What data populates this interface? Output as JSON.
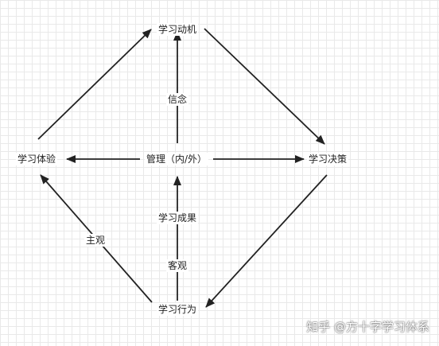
{
  "nodes": {
    "motivation": "学习动机",
    "decision": "学习决策",
    "experience": "学习体验",
    "behavior": "学习行为",
    "management": "管理（内/外）",
    "belief": "信念",
    "outcome": "学习成果",
    "subjective": "主观",
    "objective": "客观"
  },
  "watermark": "知乎 @方十字学习体系",
  "colors": {
    "edge": "#222222",
    "grid": "#e9e9e9"
  }
}
